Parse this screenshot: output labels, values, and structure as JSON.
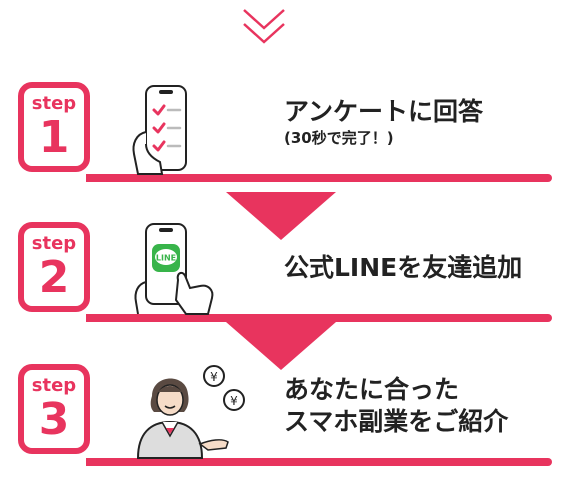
{
  "colors": {
    "accent": "#e8345e",
    "line_green": "#38b44a",
    "text": "#222222"
  },
  "steps": [
    {
      "label": "step",
      "number": "1",
      "title": "アンケートに回答",
      "subtitle": "(30秒で完了！)",
      "icon": "phone-checklist-icon"
    },
    {
      "label": "step",
      "number": "2",
      "title": "公式LINEを友達追加",
      "subtitle": "",
      "icon": "phone-line-icon",
      "line_badge": "LINE"
    },
    {
      "label": "step",
      "number": "3",
      "title": "あなたに合った",
      "title2": "スマホ副業をご紹介",
      "icon": "advisor-woman-icon",
      "coin_symbol": "¥"
    }
  ]
}
